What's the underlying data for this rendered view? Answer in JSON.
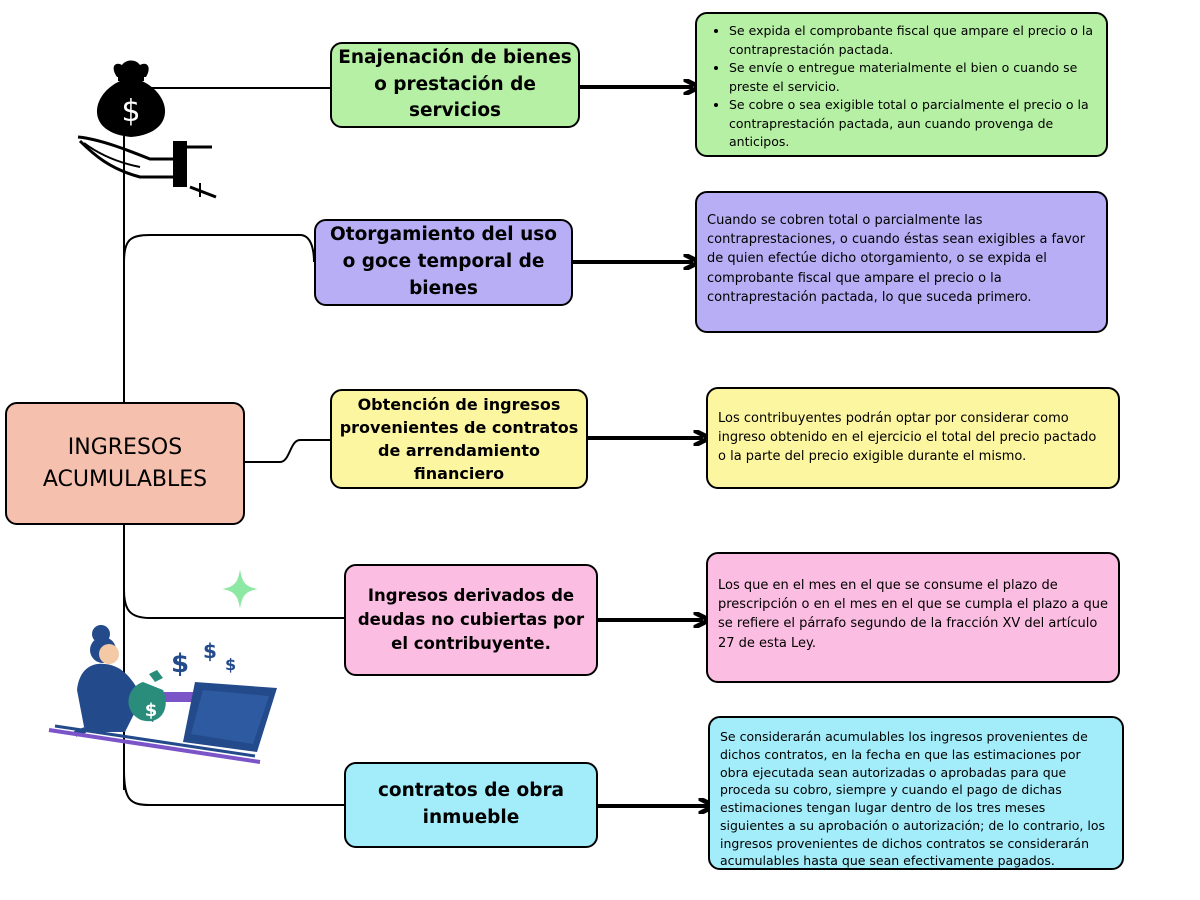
{
  "colors": {
    "root": "#f5c0ad",
    "green": "#b6f0a4",
    "purple": "#b8aef5",
    "yellow": "#fdf6a1",
    "pink": "#fbbde1",
    "cyan": "#a3ecf9"
  },
  "root": {
    "label": "INGRESOS ACUMULABLES"
  },
  "branches": [
    {
      "topic": "Enajenación de bienes o prestación de servicios",
      "bullets": [
        "Se expida el comprobante fiscal que ampare el precio o la contraprestación pactada.",
        "Se envíe o entregue materialmente el bien o cuando se preste el servicio.",
        "Se cobre o sea exigible total o parcialmente el precio o la contraprestación pactada, aun cuando provenga de anticipos."
      ]
    },
    {
      "topic": "Otorgamiento del uso o goce temporal de bienes",
      "description": "Cuando se cobren total o parcialmente las contraprestaciones, o cuando éstas sean exigibles a favor de quien efectúe dicho otorgamiento, o se expida el comprobante fiscal que ampare el precio o la contraprestación pactada, lo que suceda primero."
    },
    {
      "topic": "Obtención de ingresos provenientes de contratos de arrendamiento financiero",
      "description": "Los contribuyentes podrán optar por considerar como ingreso obtenido en el ejercicio el total del precio pactado o la parte del precio exigible durante el mismo."
    },
    {
      "topic": "Ingresos derivados de deudas no cubiertas por el contribuyente.",
      "description": "Los que en el mes en el que se consume el plazo de prescripción o en el mes en el que se cumpla el plazo a que se refiere el párrafo segundo de la fracción XV del artículo 27 de esta Ley."
    },
    {
      "topic": "contratos de obra inmueble",
      "description": "Se considerarán acumulables los ingresos provenientes de dichos contratos, en la fecha en que las estimaciones por obra ejecutada sean autorizadas o aprobadas para que proceda su cobro, siempre y cuando el pago de dichas estimaciones tengan lugar dentro de los tres meses siguientes a su aprobación o autorización; de lo contrario, los ingresos provenientes de dichos contratos se considerarán acumulables hasta que sean efectivamente pagados."
    }
  ],
  "illustrations": {
    "money_hand": {
      "icon": "money-bag-hand-icon",
      "symbol": "$"
    },
    "sparkle": {
      "icon": "sparkle-icon"
    },
    "person": {
      "icon": "person-at-computer-icon",
      "symbols": [
        "$",
        "$",
        "$",
        "$"
      ]
    }
  }
}
